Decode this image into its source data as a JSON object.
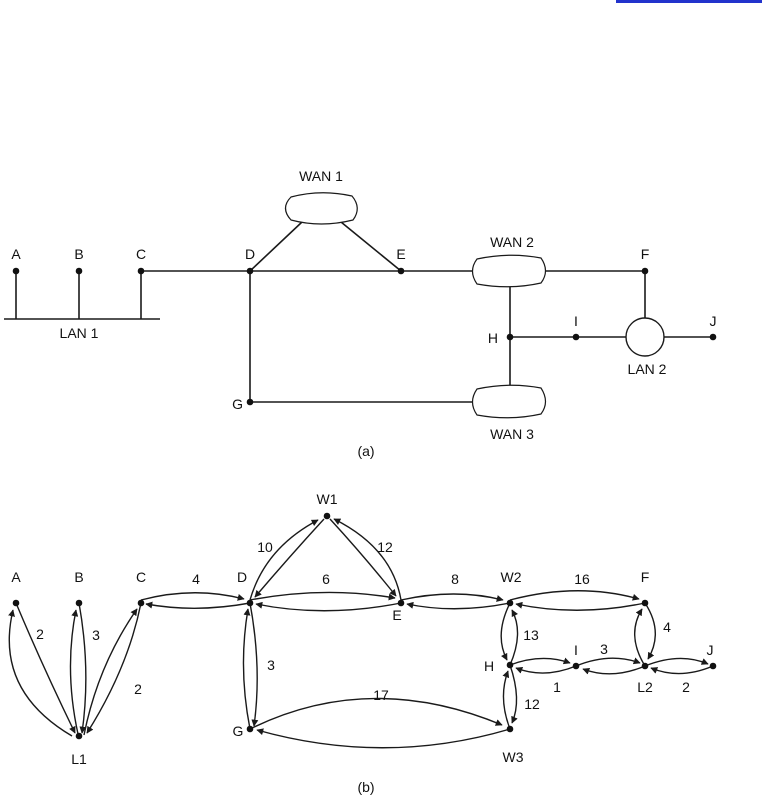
{
  "top_bar_color": "#2233cc",
  "part_a": {
    "caption": "(a)",
    "nodes": {
      "A": "A",
      "B": "B",
      "C": "C",
      "D": "D",
      "E": "E",
      "F": "F",
      "G": "G",
      "H": "H",
      "I": "I",
      "J": "J"
    },
    "networks": {
      "lan1": "LAN 1",
      "lan2": "LAN 2",
      "wan1": "WAN 1",
      "wan2": "WAN 2",
      "wan3": "WAN 3"
    }
  },
  "part_b": {
    "caption": "(b)",
    "nodes": {
      "A": "A",
      "B": "B",
      "C": "C",
      "D": "D",
      "E": "E",
      "F": "F",
      "G": "G",
      "H": "H",
      "I": "I",
      "J": "J",
      "L1": "L1",
      "L2": "L2",
      "W1": "W1",
      "W2": "W2",
      "W3": "W3"
    },
    "edges": [
      {
        "from": "A",
        "to": "L1",
        "weight": "2"
      },
      {
        "from": "B",
        "to": "L1",
        "weight": "3"
      },
      {
        "from": "C",
        "to": "L1",
        "weight": "2"
      },
      {
        "from": "C",
        "to": "D",
        "weight": "4"
      },
      {
        "from": "D",
        "to": "W1",
        "weight": "10"
      },
      {
        "from": "W1",
        "to": "E",
        "weight": "12"
      },
      {
        "from": "D",
        "to": "E",
        "weight": "6"
      },
      {
        "from": "D",
        "to": "G",
        "weight": "3"
      },
      {
        "from": "E",
        "to": "W2",
        "weight": "8"
      },
      {
        "from": "W2",
        "to": "F",
        "weight": "16"
      },
      {
        "from": "W2",
        "to": "H",
        "weight": "13"
      },
      {
        "from": "G",
        "to": "W3",
        "weight": "17"
      },
      {
        "from": "H",
        "to": "W3",
        "weight": "12"
      },
      {
        "from": "H",
        "to": "I",
        "weight": "1"
      },
      {
        "from": "I",
        "to": "L2",
        "weight": "3"
      },
      {
        "from": "F",
        "to": "L2",
        "weight": "4"
      },
      {
        "from": "L2",
        "to": "J",
        "weight": "2"
      }
    ]
  }
}
